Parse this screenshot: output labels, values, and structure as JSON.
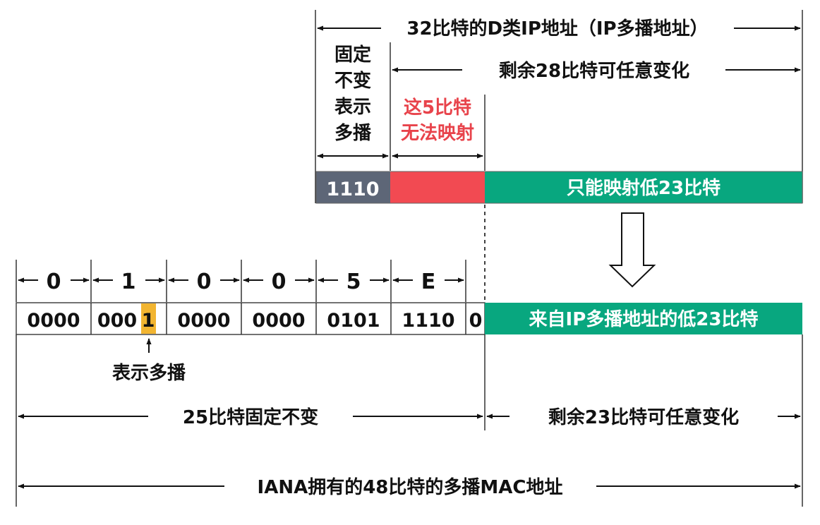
{
  "colors": {
    "fixed_gray": "#5d6677",
    "unmapped_red": "#f24a52",
    "teal": "#08a77f",
    "highlight_orange": "#f2b531",
    "line": "#111111"
  },
  "ip": {
    "top_label": "32比特的D类IP地址（IP多播地址）",
    "fixed_label_lines": [
      "固定",
      "不变",
      "表示",
      "多播"
    ],
    "remaining_label": "剩余28比特可任意变化",
    "unmapped_label_lines": [
      "这5比特",
      "无法映射"
    ],
    "fixed_bits": "1110",
    "mapped_label": "只能映射低23比特"
  },
  "mac": {
    "hex_digits": [
      "0",
      "1",
      "0",
      "0",
      "5",
      "E"
    ],
    "bit_groups": [
      "0000",
      "0001",
      "0000",
      "0000",
      "0101",
      "1110"
    ],
    "bit_groups_second": {
      "prefix": "000",
      "highlight": "1"
    },
    "last_bit": "0",
    "mapped_label": "来自IP多播地址的低23比特",
    "multicast_bit_label": "表示多播",
    "fixed_25_label": "25比特固定不变",
    "remaining_23_label": "剩余23比特可任意变化",
    "bottom_label": "IANA拥有的48比特的多播MAC地址"
  },
  "icons": [
    "down-arrow-icon",
    "up-arrow-icon"
  ]
}
